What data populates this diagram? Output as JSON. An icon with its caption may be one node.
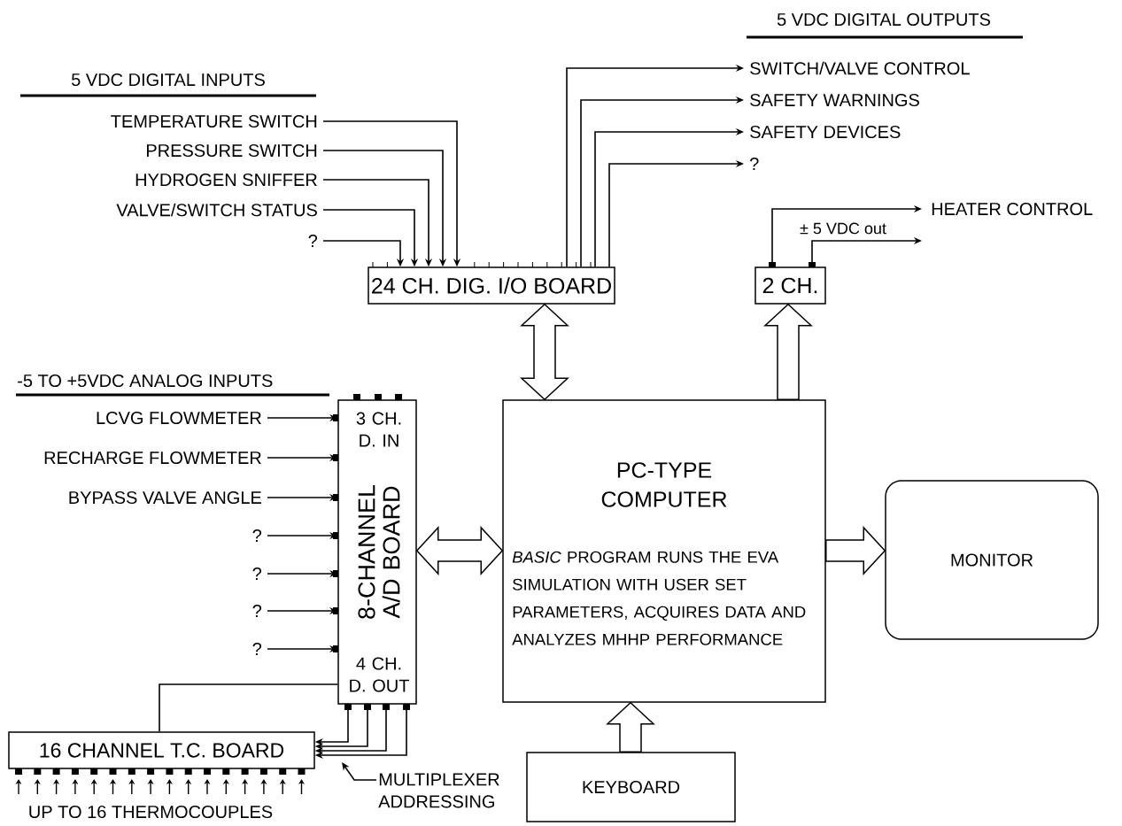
{
  "diagram": {
    "nodes": [
      {
        "text": [
          "TEMPERATURE SWITCH"
        ]
      },
      {
        "text": [
          "PRESSURE SWITCH"
        ]
      },
      {
        "text": [
          "HYDROGEN SNIFFER"
        ]
      },
      {
        "text": [
          "VALVE/SWITCH STATUS"
        ]
      },
      {
        "text": [
          "?"
        ]
      },
      {
        "text": [
          "SWITCH/VALVE CONTROL"
        ]
      },
      {
        "text": [
          "SAFETY WARNINGS"
        ]
      },
      {
        "text": [
          "SAFETY DEVICES"
        ]
      },
      {
        "text": [
          "?"
        ]
      },
      {
        "text": [
          "24 CH. DIG. I/O BOARD"
        ]
      },
      {
        "text": [
          "2 CH."
        ]
      },
      {
        "text": [
          "HEATER CONTROL"
        ]
      },
      {
        "text": [
          "LCVG FLOWMETER"
        ]
      },
      {
        "text": [
          "RECHARGE FLOWMETER"
        ]
      },
      {
        "text": [
          "BYPASS VALVE ANGLE"
        ]
      },
      {
        "text": [
          "?"
        ]
      },
      {
        "text": [
          "?"
        ]
      },
      {
        "text": [
          "?"
        ]
      },
      {
        "text": [
          "?"
        ]
      },
      {
        "text": [
          "3 CH. D. IN",
          "8-CHANNEL A/D BOARD",
          "4 CH. D. OUT"
        ]
      },
      {
        "text": [
          "PC-TYPE COMPUTER",
          "*BASIC* PROGRAM RUNS THE EVA SIMULATION WITH USER SET PARAMETERS, ACQUIRES DATA AND ANALYZES MHHP PERFORMANCE"
        ]
      },
      {
        "text": [
          "MONITOR"
        ]
      },
      {
        "text": [
          "KEYBOARD"
        ]
      },
      {
        "text": [
          "16 CHANNEL T.C. BOARD"
        ]
      },
      {
        "text": [
          "MULTIPLEXER ADDRESSING"
        ]
      }
    ],
    "edges": [
      {
        "from": 0,
        "to": 9,
        "arrow": "to"
      },
      {
        "from": 1,
        "to": 9,
        "arrow": "to"
      },
      {
        "from": 2,
        "to": 9,
        "arrow": "to"
      },
      {
        "from": 3,
        "to": 9,
        "arrow": "to"
      },
      {
        "from": 4,
        "to": 9,
        "arrow": "to"
      },
      {
        "from": 9,
        "to": 5,
        "arrow": "to"
      },
      {
        "from": 9,
        "to": 6,
        "arrow": "to"
      },
      {
        "from": 9,
        "to": 7,
        "arrow": "to"
      },
      {
        "from": 9,
        "to": 8,
        "arrow": "to"
      },
      {
        "from": 10,
        "to": 11,
        "arrow": "to",
        "label": "± 5 VDC out"
      },
      {
        "from": 10,
        "to": 11,
        "arrow": "to"
      },
      {
        "from": 12,
        "to": 19,
        "arrow": "to"
      },
      {
        "from": 13,
        "to": 19,
        "arrow": "to"
      },
      {
        "from": 14,
        "to": 19,
        "arrow": "to"
      },
      {
        "from": 15,
        "to": 19,
        "arrow": "to"
      },
      {
        "from": 16,
        "to": 19,
        "arrow": "to"
      },
      {
        "from": 17,
        "to": 19,
        "arrow": "to"
      },
      {
        "from": 18,
        "to": 19,
        "arrow": "to"
      },
      {
        "from": 9,
        "to": 20,
        "arrow": "both",
        "style": "thick"
      },
      {
        "from": 19,
        "to": 20,
        "arrow": "both",
        "style": "thick"
      },
      {
        "from": 20,
        "to": 10,
        "arrow": "to",
        "style": "thick"
      },
      {
        "from": 20,
        "to": 21,
        "arrow": "to",
        "style": "thick"
      },
      {
        "from": 22,
        "to": 20,
        "arrow": "to",
        "style": "thick"
      },
      {
        "from": 19,
        "to": 23,
        "arrow": "to"
      },
      {
        "from": 19,
        "to": 23,
        "arrow": "to"
      },
      {
        "from": 19,
        "to": 23,
        "arrow": "to"
      },
      {
        "from": 19,
        "to": 23,
        "arrow": "to"
      },
      {
        "from": 19,
        "to": 23,
        "arrow": "none"
      },
      {
        "from": 24,
        "to": null,
        "arrow": "to"
      }
    ],
    "labels": [
      "5 VDC DIGITAL OUTPUTS",
      "5 VDC DIGITAL INPUTS",
      "-5 TO +5VDC ANALOG INPUTS",
      "UP TO 16 THERMOCOUPLES"
    ]
  }
}
